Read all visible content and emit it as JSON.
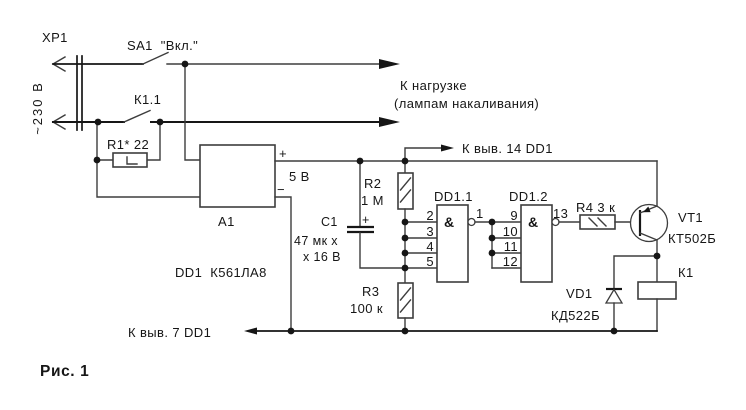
{
  "figure": {
    "caption": "Рис. 1"
  },
  "colors": {
    "bg": "#ffffff",
    "wire": "#3d3d3d",
    "wire_bold": "#161616",
    "text": "#161616"
  },
  "labels": {
    "xp1": "ХР1",
    "mains": "~230 В",
    "sa1": "SA1  \"Вкл.\"",
    "k1_contact": "К1.1",
    "r1": "R1* 22",
    "load_line1": "К нагрузке",
    "load_line2": "(лампам накаливания)",
    "to_pin14": "К выв. 14 DD1",
    "to_pin7": "К выв. 7 DD1",
    "plus": "+",
    "minus": "−",
    "out_5v": "5 В",
    "a1": "А1",
    "dd1_chip": "DD1  К561ЛА8",
    "c1": "C1",
    "c1_line1": "47 мк х",
    "c1_line2": "х 16 В",
    "cap_plus": "+",
    "r2": "R2",
    "r2_value": "1 М",
    "r3": "R3",
    "r3_value": "100 к",
    "r4": "R4 3 к",
    "dd11": "DD1.1",
    "dd12": "DD1.2",
    "and1": "&",
    "and2": "&",
    "vt1": "VT1",
    "vt1_type": "КТ502Б",
    "vd1": "VD1",
    "vd1_type": "КД522Б",
    "k1_coil": "К1"
  },
  "pins": {
    "p1": "1",
    "p2": "2",
    "p3": "3",
    "p4": "4",
    "p5": "5",
    "p9": "9",
    "p10": "10",
    "p11": "11",
    "p12": "12",
    "p13": "13"
  }
}
